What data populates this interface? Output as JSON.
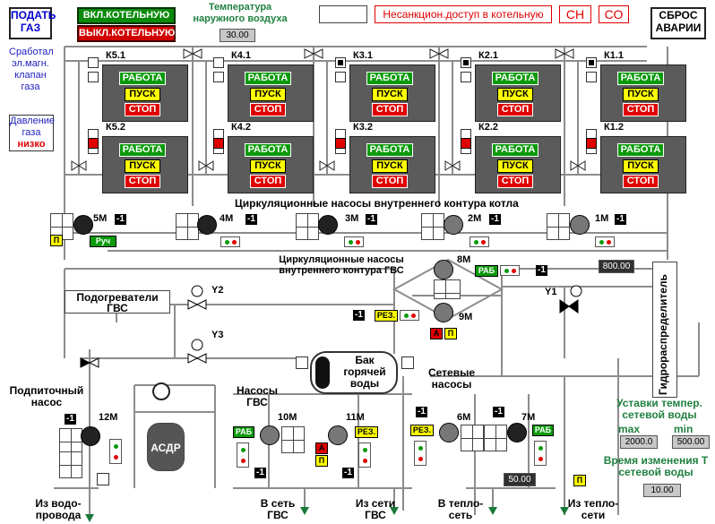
{
  "left_panel": {
    "gas_supply_label": "ПОДАТЬ ГАЗ",
    "valve_tripped_text": "Сработал эл.магн. клапан газа",
    "gas_pressure_label": "Давление газа",
    "gas_pressure_status": "низко"
  },
  "top_bar": {
    "boiler_on_label": "ВКЛ.КОТЕЛЬНУЮ",
    "boiler_off_label": "ВЫКЛ.КОТЕЛЬНУЮ",
    "outdoor_temp_title": "Температура наружного воздуха",
    "outdoor_temp_value": "30.00",
    "unauthorized_access_text": "Несанкцион.доступ в котельную",
    "ch_label": "СН",
    "co_label": "СО",
    "reset_label": "СБРОС АВАРИИ"
  },
  "burners": [
    {
      "id": "K5.1",
      "label": "К5.1"
    },
    {
      "id": "K4.1",
      "label": "К4.1"
    },
    {
      "id": "K3.1",
      "label": "К3.1"
    },
    {
      "id": "K2.1",
      "label": "К2.1"
    },
    {
      "id": "K1.1",
      "label": "К1.1"
    },
    {
      "id": "K5.2",
      "label": "К5.2"
    },
    {
      "id": "K4.2",
      "label": "К4.2"
    },
    {
      "id": "K3.2",
      "label": "К3.2"
    },
    {
      "id": "K2.2",
      "label": "К2.2"
    },
    {
      "id": "K1.2",
      "label": "К1.2"
    }
  ],
  "burner_buttons": {
    "work": "РАБОТА",
    "start": "ПУСК",
    "stop": "СТОП"
  },
  "pumps": {
    "m5": "5М",
    "m4": "4М",
    "m3": "3М",
    "m2": "2М",
    "m1": "1М",
    "m8": "8М",
    "m9": "9М",
    "m10": "10М",
    "m11": "11М",
    "m6": "6М",
    "m7": "7М",
    "m12": "12М"
  },
  "values": {
    "minus_one": "-1",
    "m8_freq": "800.00",
    "network_pump_freq": "50.00"
  },
  "tags": {
    "p": "П",
    "manual": "Руч",
    "work": "РАБ",
    "reserve": "РЕЗ.",
    "auto": "А"
  },
  "labels": {
    "circ_pumps_inner": "Циркуляционные насосы внутреннего контура котла",
    "circ_pumps_dhw": "Циркуляционные насосы внутреннего контура ГВС",
    "heaters": "Подогреватели ГВС",
    "valve_y1": "Y1",
    "valve_y2": "Y2",
    "valve_y3": "Y3",
    "hydro_distributor": "Гидрораспределитель",
    "tank": "Бак горячей воды",
    "dhw_pumps": "Насосы ГВС",
    "network_pumps": "Сетевые насосы",
    "makeup_pump": "Подпиточный насос",
    "asdr": "АСДР",
    "from_water": "Из водо- провода",
    "to_dhw": "В сеть ГВС",
    "from_dhw": "Из сети ГВС",
    "to_heat": "В тепло- сеть",
    "from_heat": "Из тепло- сети"
  },
  "setpoints": {
    "title": "Уставки темпер. сетевой воды",
    "max_label": "max",
    "min_label": "min",
    "max_value": "2000.0",
    "min_value": "500.00",
    "change_time_title": "Время изменения Т сетевой воды",
    "change_time_value": "10.00"
  },
  "colors": {
    "pipe": "#8c8c8c",
    "work": "#0a9a0a",
    "alarm": "#e00000",
    "start": "#ffff00",
    "boiler": "#5b5b5b"
  }
}
